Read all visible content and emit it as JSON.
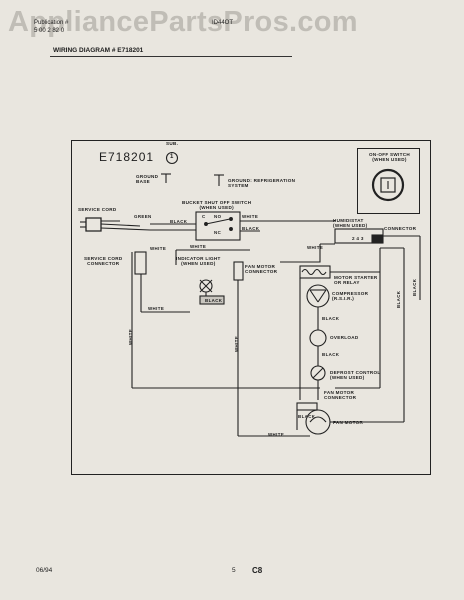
{
  "watermark": "AppliancePartsPros.com",
  "header": {
    "publication_label": "Publication #",
    "publication_number": "5 00 2 82 0",
    "model": "ID44OT",
    "diagram_title": "WIRING DIAGRAM # E718201"
  },
  "diagram": {
    "model_code": "E718201",
    "sub_label": "SUB.",
    "sub_number": "1",
    "on_off_switch": "ON-OFF SWITCH\n(WHEN USED)",
    "ground_base": "GROUND\nBASE",
    "ground_refrigeration": "GROUND: REFRIGERATION\nSYSTEM",
    "bucket_switch": "BUCKET SHUT OFF SWITCH\n(WHEN USED)",
    "service_cord": "SERVICE CORD",
    "green": "GREEN",
    "black": "BLACK",
    "white": "WHITE",
    "c": "C",
    "no": "NO",
    "nc": "NC",
    "humidistat": "HUMIDISTAT\n(WHEN USED)",
    "humidistat_numbers": "2 4 3",
    "connector": "CONNECTOR",
    "service_cord_connector": "SERVICE CORD\nCONNECTOR",
    "indicator_light": "INDICATOR LIGHT\n(WHEN USED)",
    "fan_motor_connector": "FAN MOTOR\nCONNECTOR",
    "motor_starter": "MOTOR STARTER\nOR RELAY",
    "compressor": "COMPRESSOR\n(R.S.I.R.)",
    "overload": "OVERLOAD",
    "defrost_control": "DEFROST CONTROL\n(WHEN USED)",
    "fan_motor_connector_lower": "FAN MOTOR\nCONNECTOR",
    "fan_motor": "FAN MOTOR"
  },
  "footer": {
    "date": "06/94",
    "page": "5",
    "code": "C8"
  }
}
